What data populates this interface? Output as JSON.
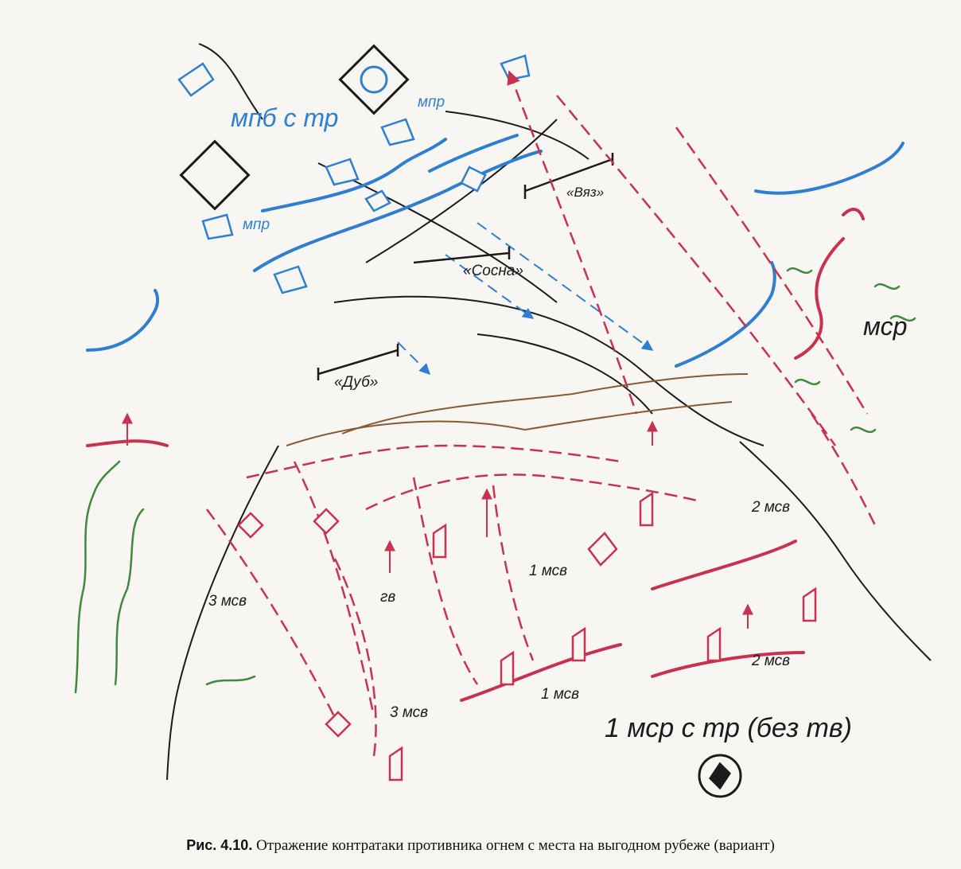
{
  "labels": {
    "mpb": "мпб с тр",
    "mpr_top": "мпр",
    "mpr_left": "мпр",
    "vyaz": "«Вяз»",
    "sosna": "«Сосна»",
    "dub": "«Дуб»",
    "msr": "мср",
    "msv2_upper": "2 мсв",
    "msv2_lower": "2 мсв",
    "msv1_mid": "1 мсв",
    "msv1_low": "1 мсв",
    "msv3_left": "3 мсв",
    "msv3_low": "3 мсв",
    "gv": "гв",
    "msr_tr": "1 мср с тр (без тв)"
  },
  "caption": {
    "number": "Рис. 4.10.",
    "text": " Отражение контратаки противника огнем с места на выгодном рубеже (вариант)"
  },
  "colors": {
    "enemy": "#2f7fd0",
    "own": "#c8324f",
    "terrain_black": "#1b1b1b",
    "road": "#8a5a32",
    "vegetation": "#3e8a3a"
  }
}
